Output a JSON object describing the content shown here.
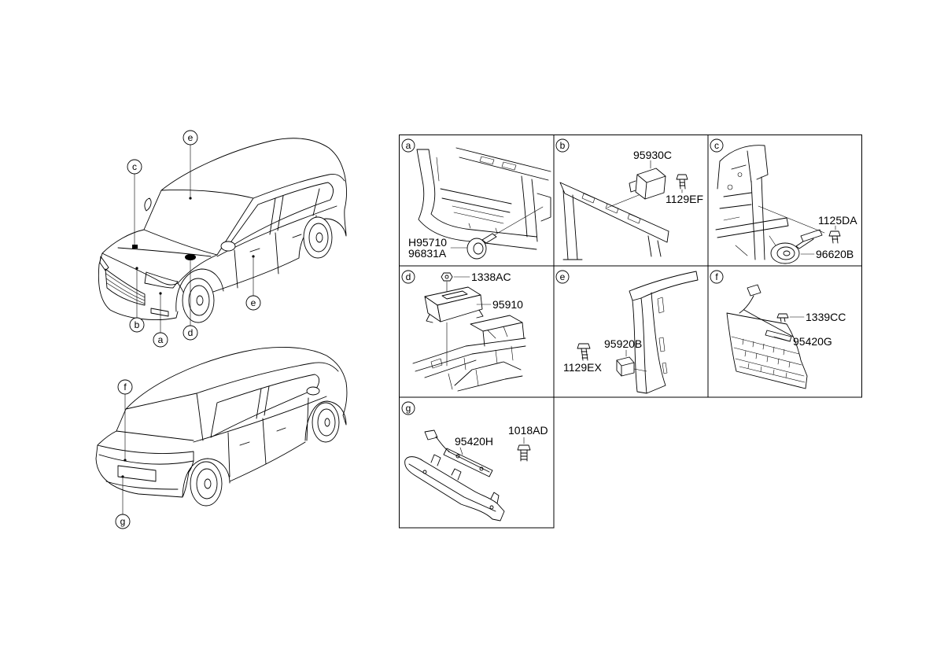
{
  "front_car": {
    "callouts": [
      "e",
      "c",
      "b",
      "a",
      "d",
      "e"
    ]
  },
  "rear_car": {
    "callouts": [
      "f",
      "g"
    ]
  },
  "panels": [
    {
      "letter": "a",
      "parts": [
        "H95710",
        "96831A"
      ]
    },
    {
      "letter": "b",
      "parts": [
        "95930C",
        "1129EF"
      ]
    },
    {
      "letter": "c",
      "parts": [
        "1125DA",
        "96620B"
      ]
    },
    {
      "letter": "d",
      "parts": [
        "1338AC",
        "95910"
      ]
    },
    {
      "letter": "e",
      "parts": [
        "95920B",
        "1129EX"
      ]
    },
    {
      "letter": "f",
      "parts": [
        "1339CC",
        "95420G"
      ]
    },
    {
      "letter": "g",
      "parts": [
        "95420H",
        "1018AD"
      ]
    }
  ]
}
